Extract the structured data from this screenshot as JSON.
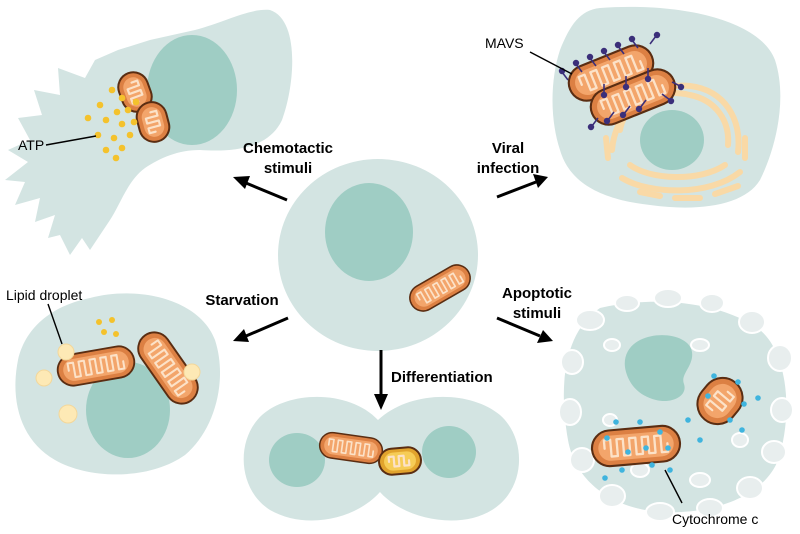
{
  "labels": {
    "atp": "ATP",
    "mavs": "MAVS",
    "lipid_droplet": "Lipid droplet",
    "cytochrome_c": "Cytochrome c"
  },
  "processes": {
    "chemotactic_1": "Chemotactic",
    "chemotactic_2": "stimuli",
    "viral_1": "Viral",
    "viral_2": "infection",
    "starvation": "Starvation",
    "apoptotic_1": "Apoptotic",
    "apoptotic_2": "stimuli",
    "differentiation": "Differentiation"
  },
  "colors": {
    "cell": "#d3e4e2",
    "nucleus": "#9fcdc4",
    "mitochondrion": "#dc8043",
    "atp": "#f4c22c",
    "cytochrome_c": "#3fb4de",
    "mavs": "#3b2f7a",
    "er": "#f9d9a6",
    "lipid": "#fde9b5"
  }
}
